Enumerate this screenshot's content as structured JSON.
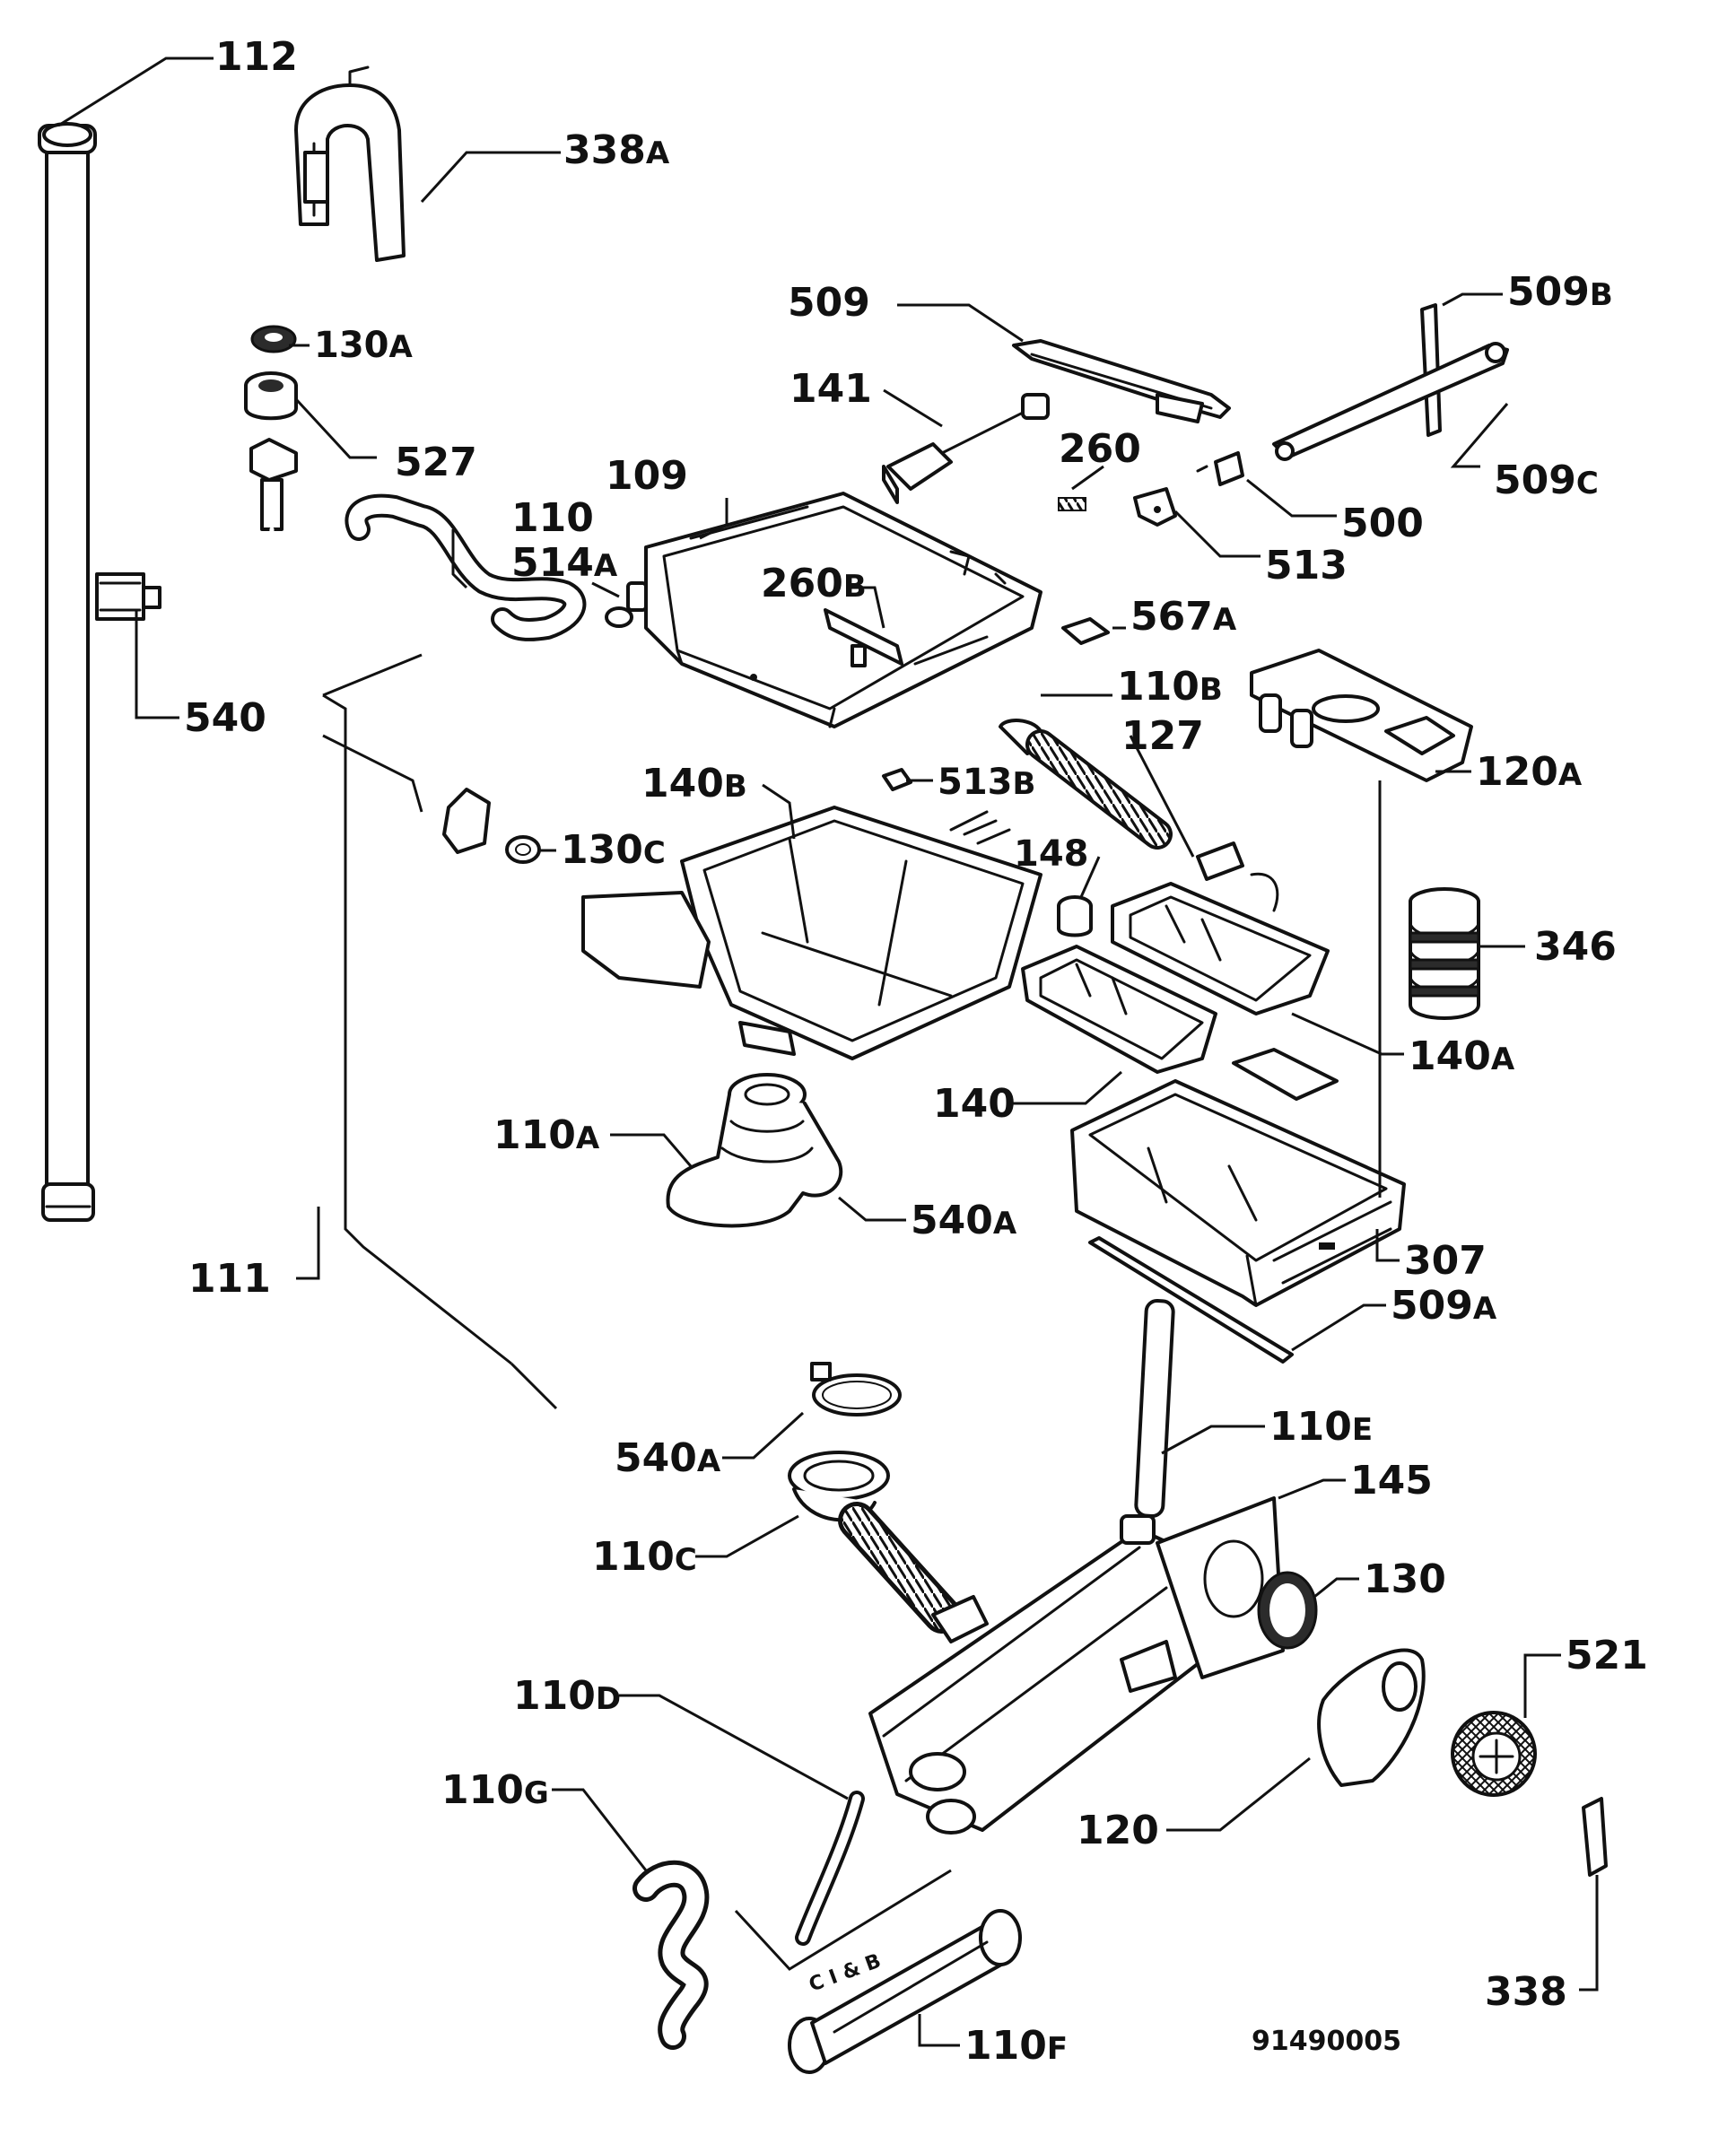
{
  "labels": [
    {
      "id": "112",
      "num": "112",
      "suffix": ""
    },
    {
      "id": "338a",
      "num": "338",
      "suffix": "A"
    },
    {
      "id": "509",
      "num": "509",
      "suffix": ""
    },
    {
      "id": "509b",
      "num": "509",
      "suffix": "B"
    },
    {
      "id": "130a",
      "num": "130",
      "suffix": "A"
    },
    {
      "id": "141",
      "num": "141",
      "suffix": ""
    },
    {
      "id": "260",
      "num": "260",
      "suffix": ""
    },
    {
      "id": "527",
      "num": "527",
      "suffix": ""
    },
    {
      "id": "109",
      "num": "109",
      "suffix": ""
    },
    {
      "id": "509c",
      "num": "509",
      "suffix": "C"
    },
    {
      "id": "110",
      "num": "110",
      "suffix": ""
    },
    {
      "id": "500",
      "num": "500",
      "suffix": ""
    },
    {
      "id": "514a",
      "num": "514",
      "suffix": "A"
    },
    {
      "id": "513",
      "num": "513",
      "suffix": ""
    },
    {
      "id": "260b",
      "num": "260",
      "suffix": "B"
    },
    {
      "id": "567a",
      "num": "567",
      "suffix": "A"
    },
    {
      "id": "110b",
      "num": "110",
      "suffix": "B"
    },
    {
      "id": "540",
      "num": "540",
      "suffix": ""
    },
    {
      "id": "127",
      "num": "127",
      "suffix": ""
    },
    {
      "id": "120a",
      "num": "120",
      "suffix": "A"
    },
    {
      "id": "140b",
      "num": "140",
      "suffix": "B"
    },
    {
      "id": "513b",
      "num": "513",
      "suffix": "B"
    },
    {
      "id": "148",
      "num": "148",
      "suffix": ""
    },
    {
      "id": "130c",
      "num": "130",
      "suffix": "C"
    },
    {
      "id": "346",
      "num": "346",
      "suffix": ""
    },
    {
      "id": "140a",
      "num": "140",
      "suffix": "A"
    },
    {
      "id": "140",
      "num": "140",
      "suffix": ""
    },
    {
      "id": "110a",
      "num": "110",
      "suffix": "A"
    },
    {
      "id": "540a-1",
      "num": "540",
      "suffix": "A"
    },
    {
      "id": "307",
      "num": "307",
      "suffix": ""
    },
    {
      "id": "111",
      "num": "111",
      "suffix": ""
    },
    {
      "id": "509a",
      "num": "509",
      "suffix": "A"
    },
    {
      "id": "110e",
      "num": "110",
      "suffix": "E"
    },
    {
      "id": "540a-2",
      "num": "540",
      "suffix": "A"
    },
    {
      "id": "145",
      "num": "145",
      "suffix": ""
    },
    {
      "id": "110c",
      "num": "110",
      "suffix": "C"
    },
    {
      "id": "130",
      "num": "130",
      "suffix": ""
    },
    {
      "id": "521",
      "num": "521",
      "suffix": ""
    },
    {
      "id": "110d",
      "num": "110",
      "suffix": "D"
    },
    {
      "id": "110g",
      "num": "110",
      "suffix": "G"
    },
    {
      "id": "120",
      "num": "120",
      "suffix": ""
    },
    {
      "id": "338",
      "num": "338",
      "suffix": ""
    },
    {
      "id": "110f",
      "num": "110",
      "suffix": "F"
    }
  ],
  "drawing_code": "91490005",
  "hose_text": "C I & B"
}
